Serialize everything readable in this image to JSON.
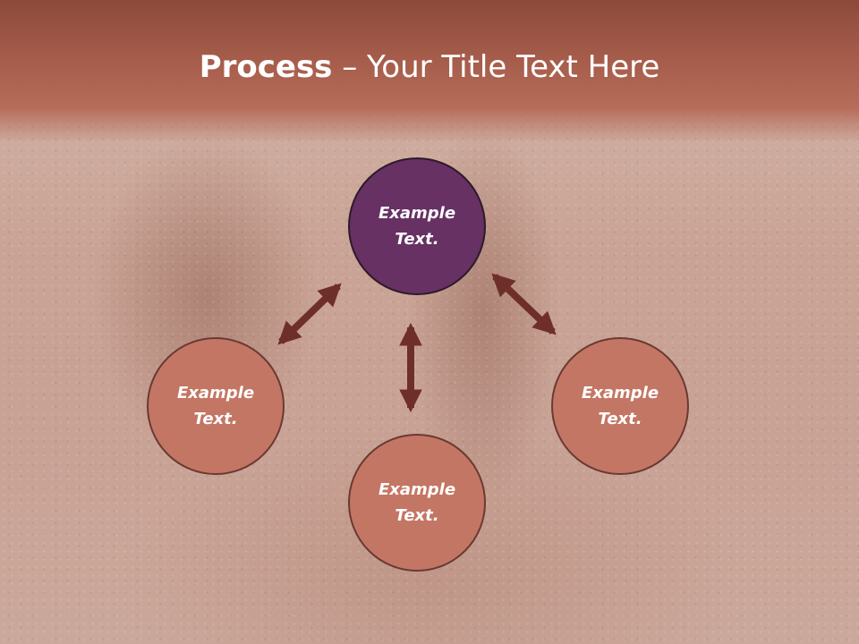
{
  "title": {
    "bold": "Process",
    "rest": " – Your Title Text Here"
  },
  "nodes": {
    "top": [
      "Example",
      "Text."
    ],
    "left": [
      "Example",
      "Text."
    ],
    "right": [
      "Example",
      "Text."
    ],
    "bottom": [
      "Example",
      "Text."
    ]
  },
  "colors": {
    "header": "#a85e4c",
    "top_circle": "#673163",
    "circle": "#c47664",
    "arrow": "#6e2f2a"
  }
}
